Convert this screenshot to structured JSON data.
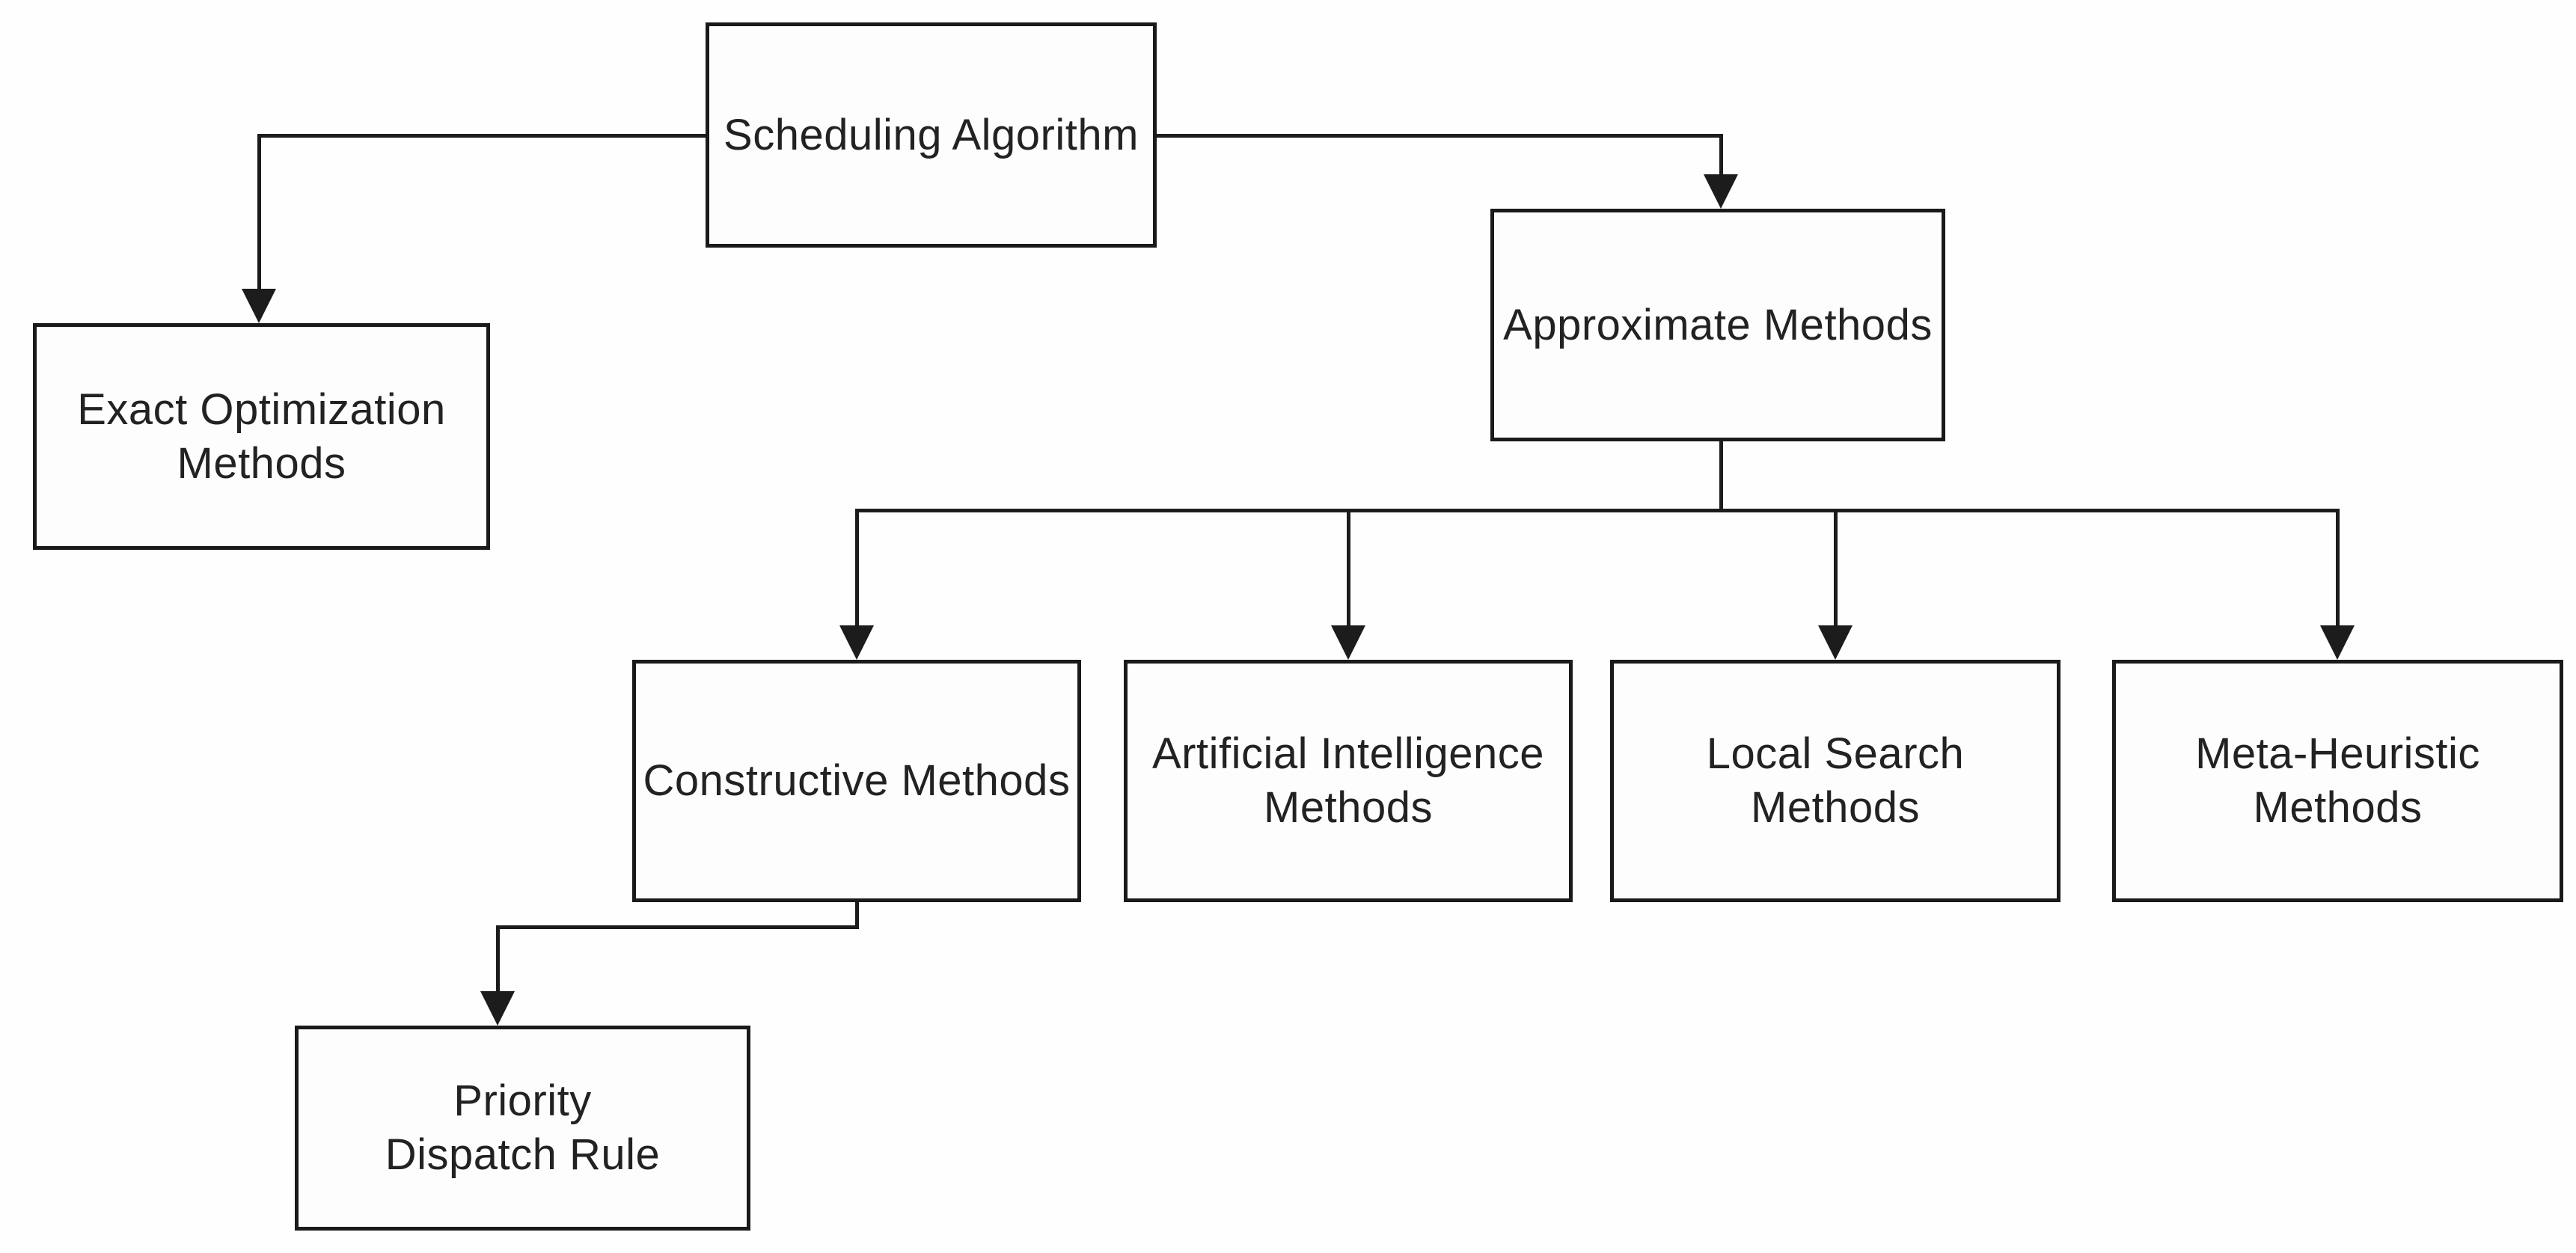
{
  "diagram": {
    "title": "Scheduling Algorithm taxonomy flowchart",
    "colors": {
      "line": "#1c1c1c",
      "box_border": "#1a1a1a",
      "background": "#ffffff",
      "text": "#222222"
    },
    "nodes": {
      "scheduling": {
        "label": "Scheduling Algorithm"
      },
      "exact": {
        "label": "Exact Optimization\nMethods"
      },
      "approximate": {
        "label": "Approximate Methods"
      },
      "constructive": {
        "label": "Constructive Methods"
      },
      "ai": {
        "label": "Artificial Intelligence\nMethods"
      },
      "local": {
        "label": "Local Search\nMethods"
      },
      "meta": {
        "label": "Meta-Heuristic\nMethods"
      },
      "priority": {
        "label": "Priority\nDispatch Rule"
      }
    },
    "edges": [
      {
        "from": "scheduling",
        "to": "exact"
      },
      {
        "from": "scheduling",
        "to": "approximate"
      },
      {
        "from": "approximate",
        "to": "constructive"
      },
      {
        "from": "approximate",
        "to": "ai"
      },
      {
        "from": "approximate",
        "to": "local"
      },
      {
        "from": "approximate",
        "to": "meta"
      },
      {
        "from": "constructive",
        "to": "priority"
      }
    ]
  }
}
